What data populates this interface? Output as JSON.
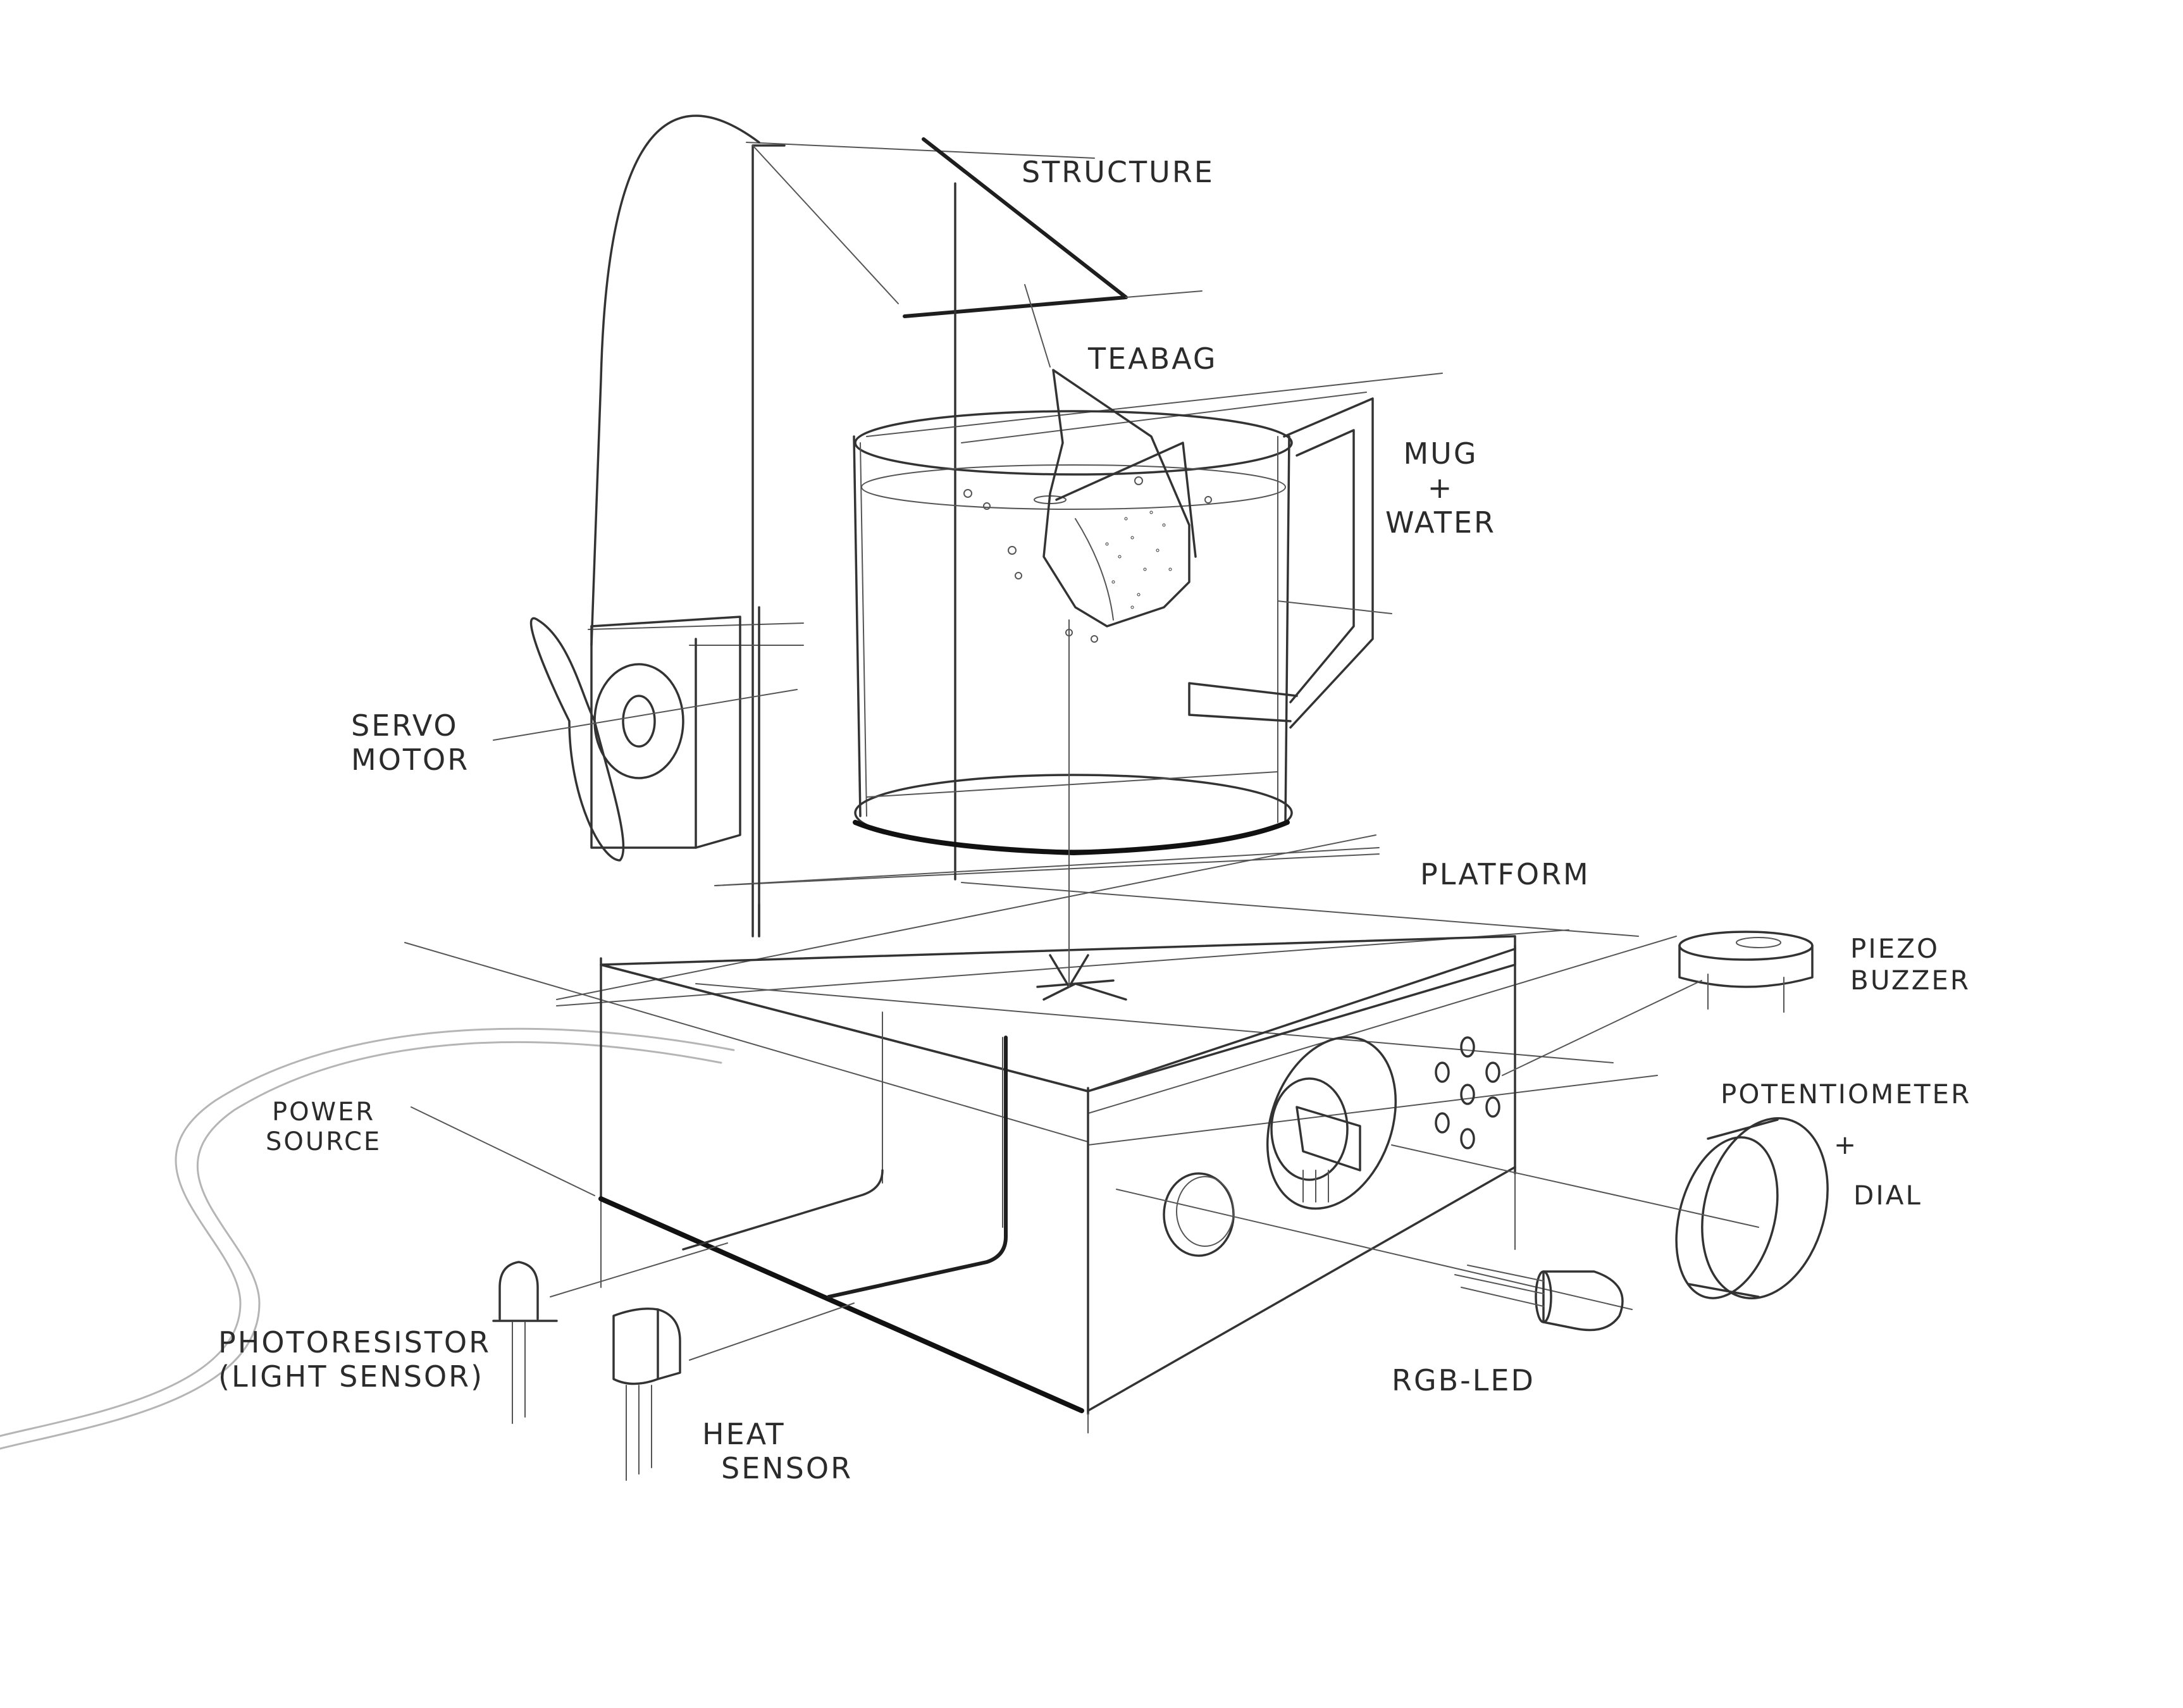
{
  "labels": {
    "structure": "STRUCTURE",
    "teabag": "TEABAG",
    "mug_water": [
      "MUG",
      "+",
      "WATER"
    ],
    "servo_motor": [
      "SERVO",
      "MOTOR"
    ],
    "platform": "PLATFORM",
    "piezo_buzzer": [
      "PIEZO",
      "BUZZER"
    ],
    "potentiometer_dial": [
      "POTENTIOMETER",
      "+",
      "DIAL"
    ],
    "power_source": [
      "POWER",
      "SOURCE"
    ],
    "photoresistor": [
      "PHOTORESISTOR",
      "(LIGHT SENSOR)"
    ],
    "heat_sensor": [
      "HEAT",
      "SENSOR"
    ],
    "rgb_led": "RGB-LED"
  },
  "colors": {
    "ink": "#333333",
    "cable": "#b5b5b5",
    "background": "#ffffff"
  }
}
